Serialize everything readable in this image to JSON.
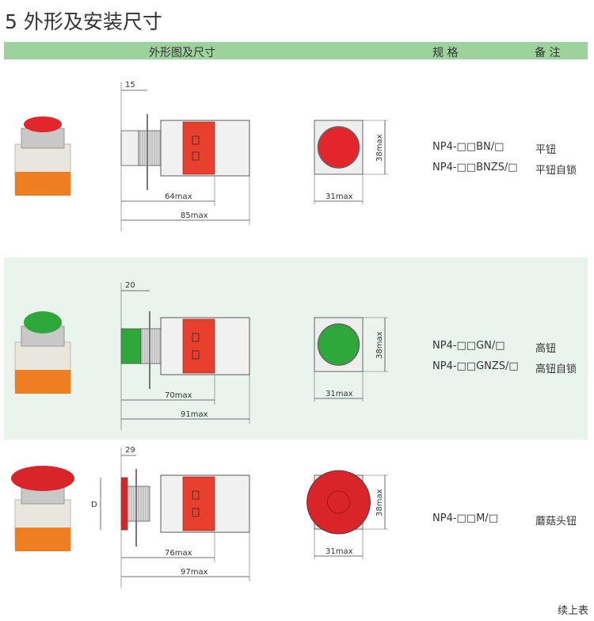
{
  "title": "5 外形及安装尺寸",
  "header": {
    "col1": "外形图及尺寸",
    "col2": "规 格",
    "col3": "备 注"
  },
  "rows": [
    {
      "color": "#e3262b",
      "type": "flat",
      "bg": "#ffffff",
      "depth_label": "15",
      "inner_len": "64max",
      "total_len": "85max",
      "height": "38max",
      "width": "31max",
      "specs": [
        {
          "model": "NP4-□□BN/□",
          "note": "平钮"
        },
        {
          "model": "NP4-□□BNZS/□",
          "note": "平钮自锁"
        }
      ]
    },
    {
      "color": "#2ea83a",
      "type": "high",
      "bg": "#e8f4ec",
      "depth_label": "20",
      "inner_len": "70max",
      "total_len": "91max",
      "height": "38max",
      "width": "31max",
      "specs": [
        {
          "model": "NP4-□□GN/□",
          "note": "高钮"
        },
        {
          "model": "NP4-□□GNZS/□",
          "note": "高钮自锁"
        }
      ]
    },
    {
      "color": "#d9252a",
      "type": "mushroom",
      "bg": "#ffffff",
      "depth_label": "29",
      "diameter_label": "D",
      "inner_len": "76max",
      "total_len": "97max",
      "height": "38max",
      "width": "31max",
      "specs": [
        {
          "model": "NP4-□□M/□",
          "note": "蘑菇头钮"
        }
      ]
    }
  ],
  "footer": "续上表"
}
